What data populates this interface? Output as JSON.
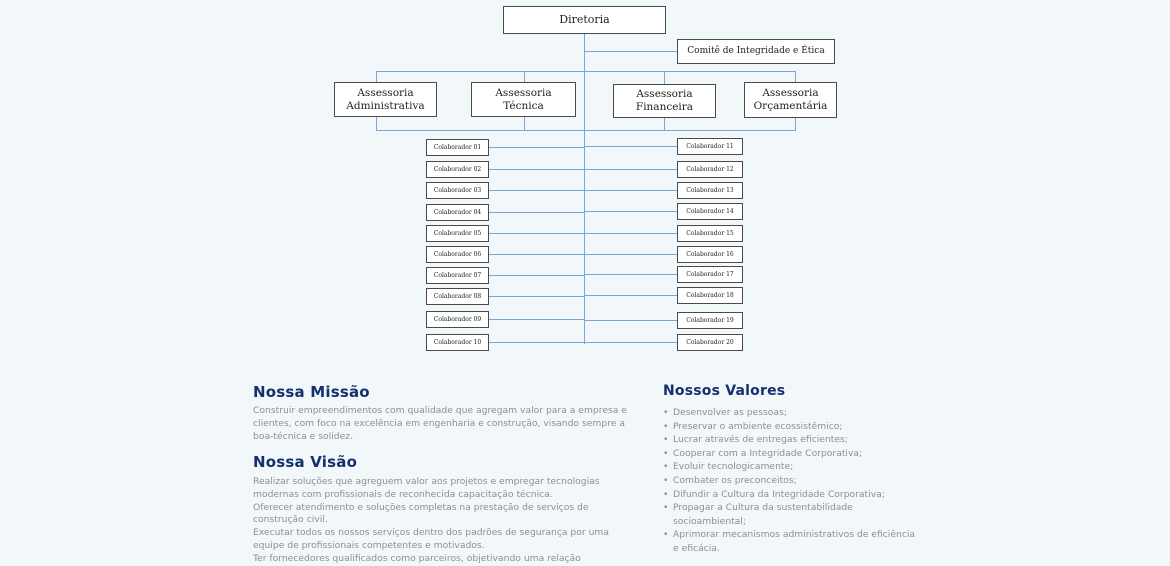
{
  "org_chart": {
    "top": "Diretoria",
    "comite": "Comitê de Integridade e Ética",
    "assessorias": [
      [
        "Assessoria",
        "Administrativa"
      ],
      [
        "Assessoria",
        "Técnica"
      ],
      [
        "Assessoria",
        "Financeira"
      ],
      [
        "Assessoria",
        "Orçamentária"
      ]
    ],
    "colaboradores_left": [
      "Colaborador 01",
      "Colaborador 02",
      "Colaborador 03",
      "Colaborador 04",
      "Colaborador 05",
      "Colaborador 06",
      "Colaborador 07",
      "Colaborador 08",
      "Colaborador 09",
      "Colaborador 10"
    ],
    "colaboradores_right": [
      "Colaborador 11",
      "Colaborador 12",
      "Colaborador 13",
      "Colaborador 14",
      "Colaborador 15",
      "Colaborador 16",
      "Colaborador 17",
      "Colaborador 18",
      "Colaborador 19",
      "Colaborador 20"
    ],
    "line_color": "#7aa7d8"
  },
  "missao": {
    "title": "Nossa Missão",
    "text": "Construir empreendimentos com qualidade que agregam valor para a empresa e clientes, com foco na excelência em engenharia e construção, visando sempre a boa-técnica e solidez."
  },
  "visao": {
    "title": "Nossa Visão",
    "paragraphs": [
      "Realizar soluções que agreguem valor aos projetos e empregar tecnologias modernas com profissionais de reconhecida capacitação técnica.",
      "Oferecer atendimento e soluções completas na prestação de serviços de construção civil.",
      "Executar todos os nossos serviços dentro dos padrões de segurança por uma equipe de profissionais competentes e motivados.",
      "Ter fornecedores qualificados como parceiros, objetivando uma relação"
    ]
  },
  "valores": {
    "title": "Nossos Valores",
    "items": [
      "Desenvolver as pessoas;",
      "Preservar o ambiente ecossistêmico;",
      "Lucrar através de entregas eficientes;",
      "Cooperar com a Integridade Corporativa;",
      "Evoluir tecnologicamente;",
      "Combater os preconceitos;",
      "Difundir a Cultura da Integridade Corporativa;",
      "Propagar a Cultura da sustentabilidade socioambiental;",
      "Aprimorar mecanismos administrativos de eficiência e eficácia."
    ]
  },
  "colors": {
    "heading": "#14306e",
    "body_text": "#8b8f99",
    "background": "#f2f7f9"
  }
}
